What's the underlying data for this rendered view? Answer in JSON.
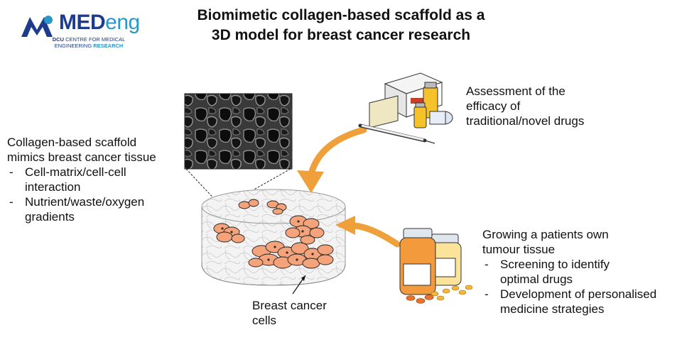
{
  "title": {
    "line1": "Biomimetic collagen-based scaffold as a",
    "line2": "3D model for breast cancer research"
  },
  "logo": {
    "word_a": "MED",
    "word_b": "eng",
    "sub_dcu": "DCU",
    "sub_line1": "CENTRE FOR MEDICAL",
    "sub_line2": "ENGINEERING",
    "sub_research": "RESEARCH"
  },
  "left_text": {
    "heading_line1": "Collagen-based scaffold",
    "heading_line2": "mimics breast cancer tissue",
    "bullets": [
      "Cell-matrix/cell-cell interaction",
      "Nutrient/waste/oxygen gradients"
    ]
  },
  "top_right_text": {
    "lines": [
      "Assessment of the",
      "efficacy of",
      "traditional/novel drugs"
    ]
  },
  "bottom_right_text": {
    "heading_line1": "Growing a patients own",
    "heading_line2": "tumour tissue",
    "bullets": [
      "Screening to identify optimal drugs",
      "Development of personalised medicine strategies"
    ]
  },
  "cells_label": {
    "line1": "Breast cancer",
    "line2": "cells"
  },
  "colors": {
    "arrow_orange": "#f0a03a",
    "cell_fill": "#f4a37a",
    "logo_dark": "#1e3c8c",
    "logo_light": "#2b97c9"
  },
  "icons": [
    "scaffold-sem-image",
    "scaffold-cylinder",
    "drug-boxes-syringe",
    "pill-bottles",
    "curved-arrow"
  ]
}
